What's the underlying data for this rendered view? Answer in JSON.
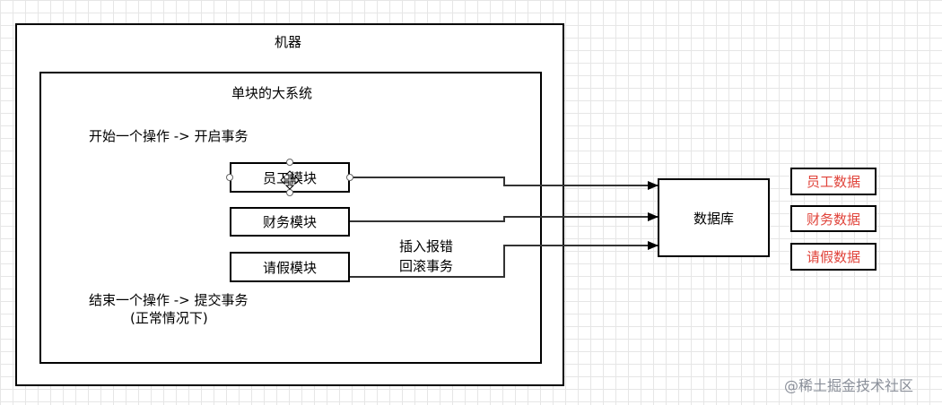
{
  "outer_container": {
    "label": "机器"
  },
  "inner_container": {
    "label": "单块的大系统"
  },
  "notes": {
    "start_transaction": "开始一个操作 -> 开启事务",
    "end_transaction_line1": "结束一个操作 -> 提交事务",
    "end_transaction_line2": "(正常情况下)",
    "rollback_line1": "插入报错",
    "rollback_line2": "回滚事务"
  },
  "modules": [
    {
      "label": "员工模块"
    },
    {
      "label": "财务模块"
    },
    {
      "label": "请假模块"
    }
  ],
  "database": {
    "label": "数据库"
  },
  "data_tables": [
    {
      "label": "员工数据"
    },
    {
      "label": "财务数据"
    },
    {
      "label": "请假数据"
    }
  ],
  "colors": {
    "data_table_text": "#e0433a",
    "watermark": "#8a8f99"
  },
  "watermark": "@稀土掘金技术社区"
}
